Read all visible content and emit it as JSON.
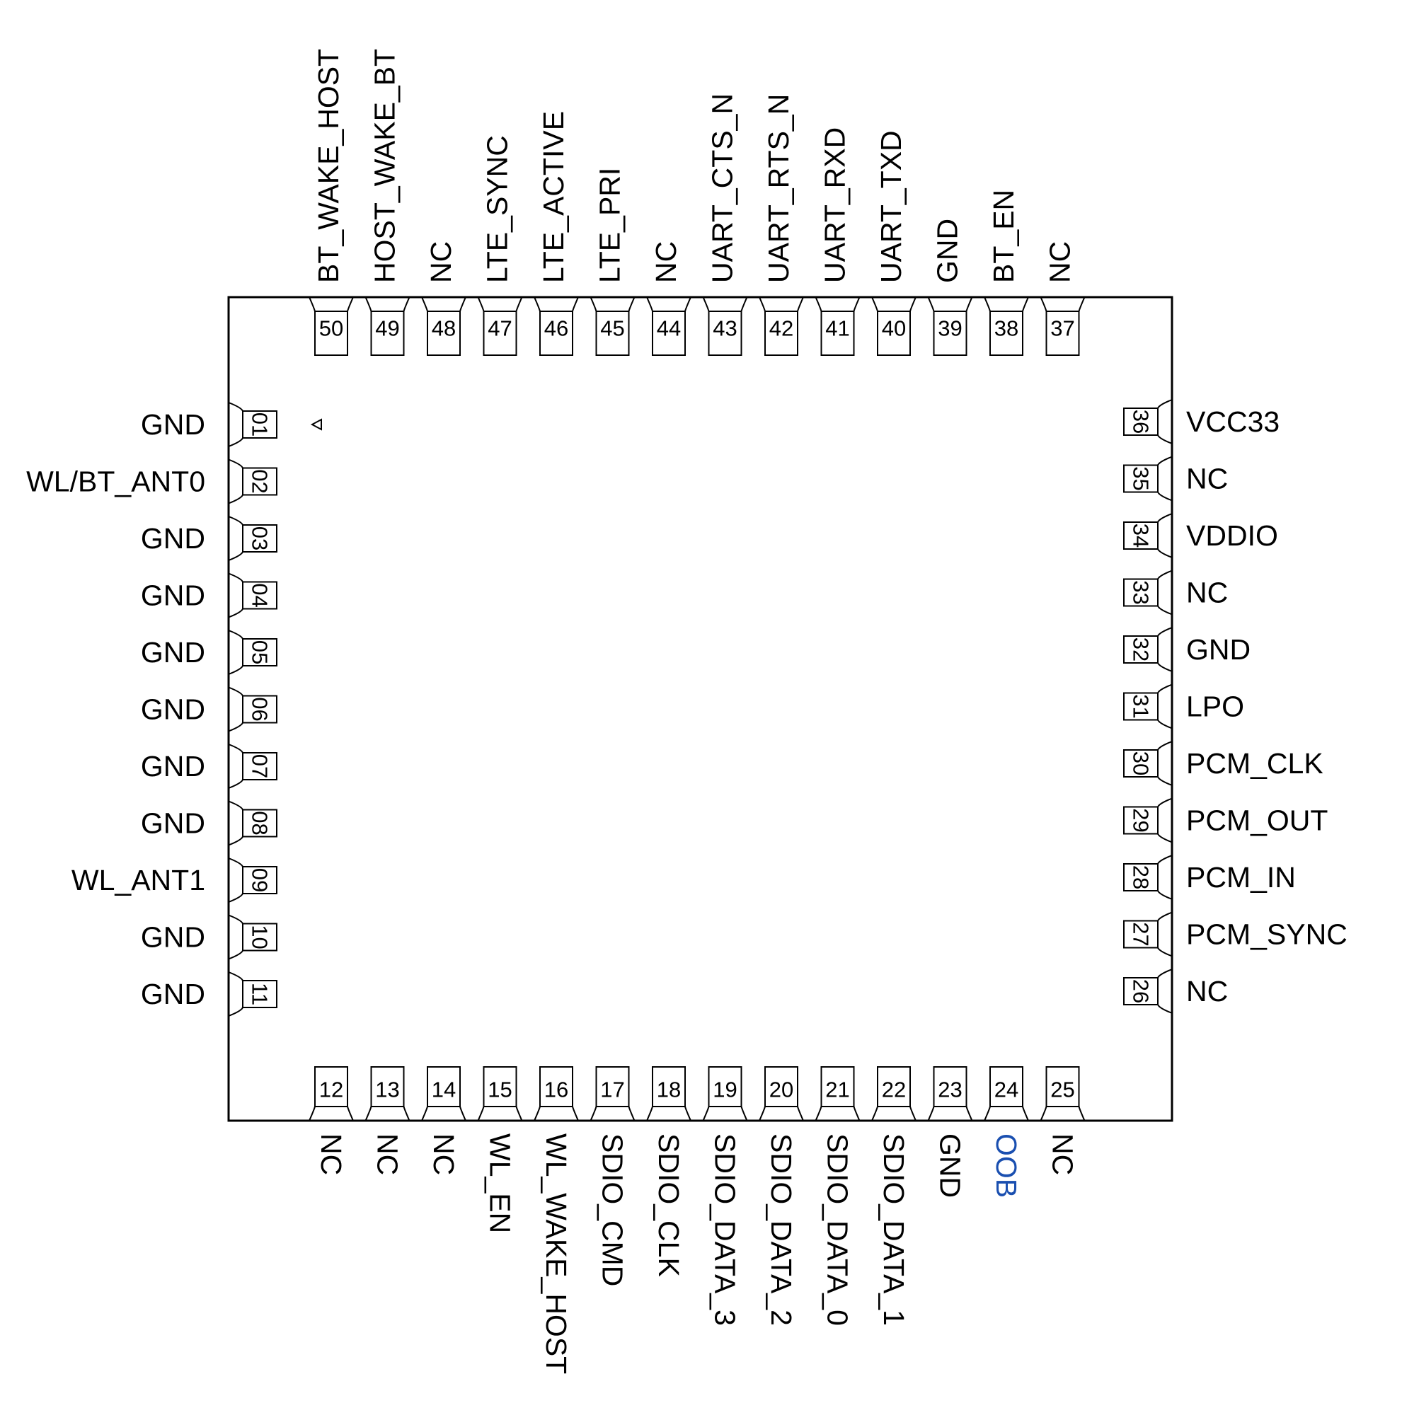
{
  "colors": {
    "line": "#000000",
    "background": "#ffffff",
    "highlight_label": "#1a4fb0"
  },
  "pins": {
    "left": [
      {
        "number": "01",
        "label": "GND"
      },
      {
        "number": "02",
        "label": "WL/BT_ANT0"
      },
      {
        "number": "03",
        "label": "GND"
      },
      {
        "number": "04",
        "label": "GND"
      },
      {
        "number": "05",
        "label": "GND"
      },
      {
        "number": "06",
        "label": "GND"
      },
      {
        "number": "07",
        "label": "GND"
      },
      {
        "number": "08",
        "label": "GND"
      },
      {
        "number": "09",
        "label": "WL_ANT1"
      },
      {
        "number": "10",
        "label": "GND"
      },
      {
        "number": "11",
        "label": "GND"
      }
    ],
    "bottom": [
      {
        "number": "12",
        "label": "NC"
      },
      {
        "number": "13",
        "label": "NC"
      },
      {
        "number": "14",
        "label": "NC"
      },
      {
        "number": "15",
        "label": "WL_EN"
      },
      {
        "number": "16",
        "label": "WL_WAKE_HOST"
      },
      {
        "number": "17",
        "label": "SDIO_CMD"
      },
      {
        "number": "18",
        "label": "SDIO_CLK"
      },
      {
        "number": "19",
        "label": "SDIO_DATA_3"
      },
      {
        "number": "20",
        "label": "SDIO_DATA_2"
      },
      {
        "number": "21",
        "label": "SDIO_DATA_0"
      },
      {
        "number": "22",
        "label": "SDIO_DATA_1"
      },
      {
        "number": "23",
        "label": "GND"
      },
      {
        "number": "24",
        "label": "OOB",
        "highlight": true
      },
      {
        "number": "25",
        "label": "NC"
      }
    ],
    "right": [
      {
        "number": "36",
        "label": "VCC33"
      },
      {
        "number": "35",
        "label": "NC"
      },
      {
        "number": "34",
        "label": "VDDIO"
      },
      {
        "number": "33",
        "label": "NC"
      },
      {
        "number": "32",
        "label": "GND"
      },
      {
        "number": "31",
        "label": "LPO"
      },
      {
        "number": "30",
        "label": "PCM_CLK"
      },
      {
        "number": "29",
        "label": "PCM_OUT"
      },
      {
        "number": "28",
        "label": "PCM_IN"
      },
      {
        "number": "27",
        "label": "PCM_SYNC"
      },
      {
        "number": "26",
        "label": "NC"
      }
    ],
    "top": [
      {
        "number": "50",
        "label": "BT_WAKE_HOST"
      },
      {
        "number": "49",
        "label": "HOST_WAKE_BT"
      },
      {
        "number": "48",
        "label": "NC"
      },
      {
        "number": "47",
        "label": "LTE_SYNC"
      },
      {
        "number": "46",
        "label": "LTE_ACTIVE"
      },
      {
        "number": "45",
        "label": "LTE_PRI"
      },
      {
        "number": "44",
        "label": "NC"
      },
      {
        "number": "43",
        "label": "UART_CTS_N"
      },
      {
        "number": "42",
        "label": "UART_RTS_N"
      },
      {
        "number": "41",
        "label": "UART_RXD"
      },
      {
        "number": "40",
        "label": "UART_TXD"
      },
      {
        "number": "39",
        "label": "GND"
      },
      {
        "number": "38",
        "label": "BT_EN"
      },
      {
        "number": "37",
        "label": "NC"
      }
    ]
  }
}
